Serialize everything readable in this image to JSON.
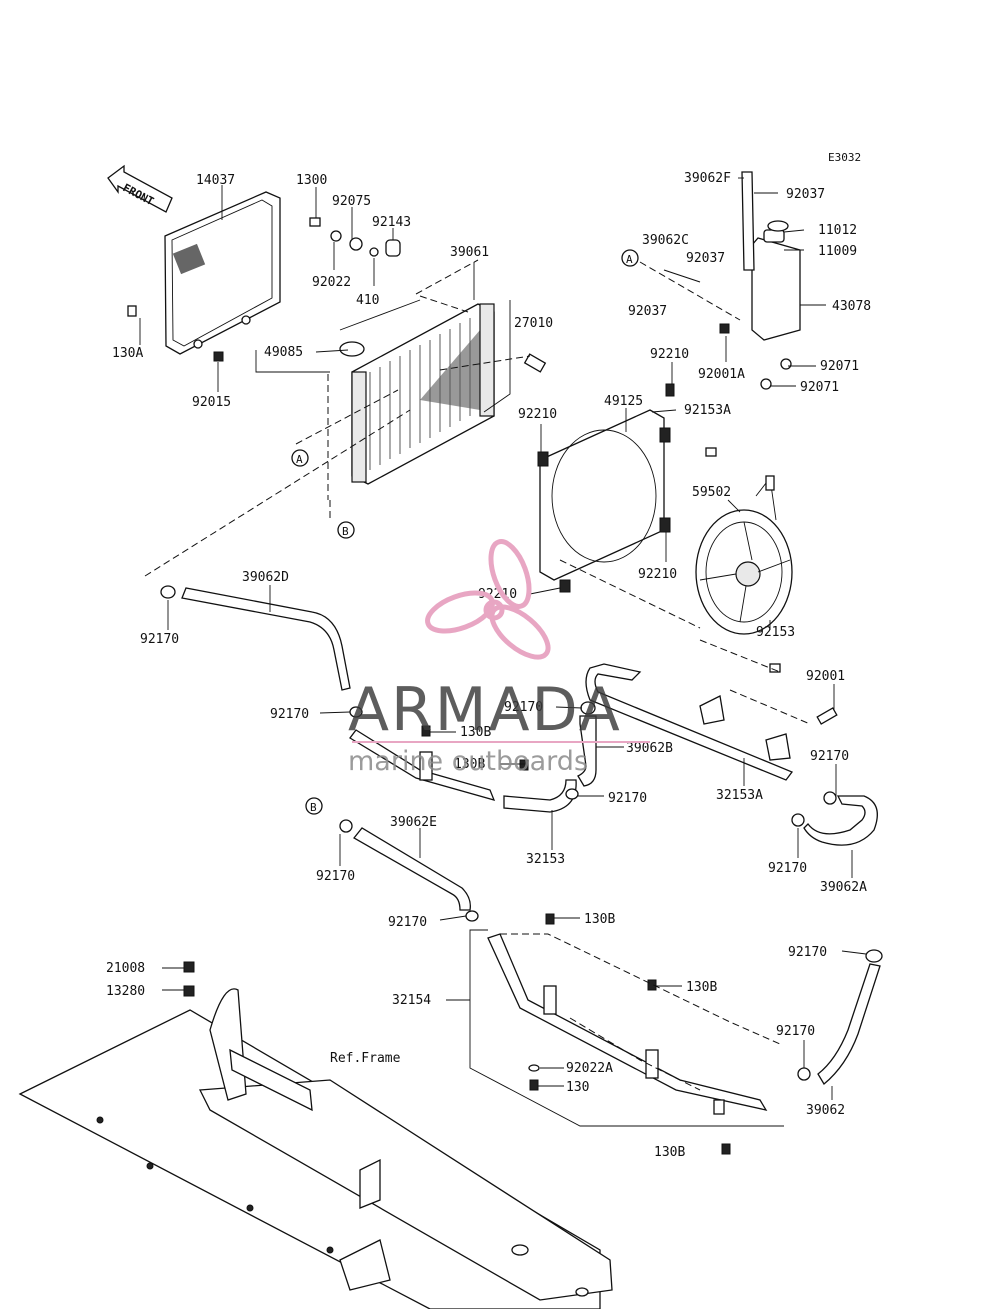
{
  "diagram": {
    "code": "E3032",
    "front_label": "FRONT",
    "ref_label": "Ref.Frame",
    "parts": [
      {
        "id": "p14037",
        "label": "14037"
      },
      {
        "id": "p1300",
        "label": "1300"
      },
      {
        "id": "p92075",
        "label": "92075"
      },
      {
        "id": "p92143",
        "label": "92143"
      },
      {
        "id": "p92022",
        "label": "92022"
      },
      {
        "id": "p410",
        "label": "410"
      },
      {
        "id": "p39061",
        "label": "39061"
      },
      {
        "id": "p27010",
        "label": "27010"
      },
      {
        "id": "p49085",
        "label": "49085"
      },
      {
        "id": "p130A",
        "label": "130A"
      },
      {
        "id": "p92015",
        "label": "92015"
      },
      {
        "id": "p39062F",
        "label": "39062F"
      },
      {
        "id": "p92037a",
        "label": "92037"
      },
      {
        "id": "p11012",
        "label": "11012"
      },
      {
        "id": "p11009",
        "label": "11009"
      },
      {
        "id": "p39062C",
        "label": "39062C"
      },
      {
        "id": "p92037b",
        "label": "92037"
      },
      {
        "id": "p92037c",
        "label": "92037"
      },
      {
        "id": "p43078",
        "label": "43078"
      },
      {
        "id": "p92001A",
        "label": "92001A"
      },
      {
        "id": "p92071a",
        "label": "92071"
      },
      {
        "id": "p92071b",
        "label": "92071"
      },
      {
        "id": "p92210a",
        "label": "92210"
      },
      {
        "id": "p92153A",
        "label": "92153A"
      },
      {
        "id": "p49125",
        "label": "49125"
      },
      {
        "id": "p92210b",
        "label": "92210"
      },
      {
        "id": "p59502",
        "label": "59502"
      },
      {
        "id": "p92210c",
        "label": "92210"
      },
      {
        "id": "p92210d",
        "label": "92210"
      },
      {
        "id": "p92153",
        "label": "92153"
      },
      {
        "id": "p39062D",
        "label": "39062D"
      },
      {
        "id": "p92170a",
        "label": "92170"
      },
      {
        "id": "p92170b",
        "label": "92170"
      },
      {
        "id": "p92170c",
        "label": "92170"
      },
      {
        "id": "p130Ba",
        "label": "130B"
      },
      {
        "id": "p130Bb",
        "label": "130B"
      },
      {
        "id": "p39062B",
        "label": "39062B"
      },
      {
        "id": "p92001",
        "label": "92001"
      },
      {
        "id": "p92170d",
        "label": "92170"
      },
      {
        "id": "p32153A",
        "label": "32153A"
      },
      {
        "id": "p92170e",
        "label": "92170"
      },
      {
        "id": "p32153",
        "label": "32153"
      },
      {
        "id": "p92170f",
        "label": "92170"
      },
      {
        "id": "p39062A",
        "label": "39062A"
      },
      {
        "id": "p39062E",
        "label": "39062E"
      },
      {
        "id": "p92170g",
        "label": "92170"
      },
      {
        "id": "p92170h",
        "label": "92170"
      },
      {
        "id": "p130Bc",
        "label": "130B"
      },
      {
        "id": "p21008",
        "label": "21008"
      },
      {
        "id": "p13280",
        "label": "13280"
      },
      {
        "id": "p92170i",
        "label": "92170"
      },
      {
        "id": "p130Bd",
        "label": "130B"
      },
      {
        "id": "p32154",
        "label": "32154"
      },
      {
        "id": "p92170j",
        "label": "92170"
      },
      {
        "id": "p92022A",
        "label": "92022A"
      },
      {
        "id": "p130",
        "label": "130"
      },
      {
        "id": "p39062",
        "label": "39062"
      },
      {
        "id": "p130Be",
        "label": "130B"
      }
    ],
    "callouts": [
      {
        "id": "cA1",
        "letter": "A"
      },
      {
        "id": "cB1",
        "letter": "B"
      },
      {
        "id": "cA2",
        "letter": "A"
      },
      {
        "id": "cB2",
        "letter": "B"
      }
    ]
  },
  "watermark": {
    "brand": "ARMADA",
    "tagline": "marine outboards",
    "color": "#e8a6c3"
  }
}
